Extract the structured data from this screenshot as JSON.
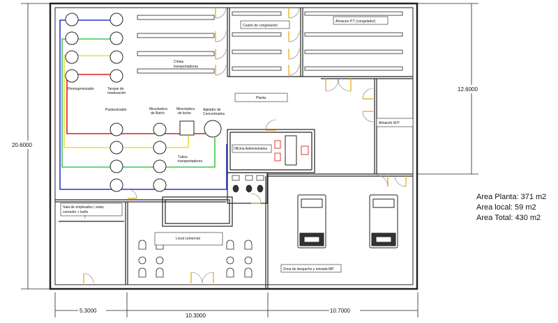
{
  "labels": {
    "cuarto_congelacion": "Cuarto de congelación",
    "almacen_pt": "Almacen P.T (congelador)",
    "cintas": "Cintas",
    "transportadoras": "transportadoras",
    "planta": "Planta",
    "almacen_mp": "Almacén M.P",
    "homogeneizador": "Homogeneizador",
    "tanque_line1": "Tanque de",
    "tanque_line2": "maduración",
    "pasteurizador": "Pasteurizador",
    "mezcladora_batch_1": "Mezcladora",
    "mezcladora_batch_2": "de Batch",
    "mezcladora_leche_1": "Mezcladora",
    "mezcladora_leche_2": "de leche",
    "agitador_1": "Agitador de",
    "agitador_2": "Concentrados",
    "oficina": "Oficina Administrativa",
    "tubos_1": "Tubos",
    "tubos_2": "transportadores",
    "sala_1": "Sala de empleados ( estar,",
    "sala_2": "comedor + baño",
    "sala_3": ")",
    "local": "Local comercial",
    "zona": "Zona de despacho y entrada MP"
  },
  "dimensions": {
    "height_left": "20.6000",
    "height_right": "12.6000",
    "width_1": "5.3000",
    "width_2": "10.3000",
    "width_3": "10.7000"
  },
  "areas": {
    "planta": "Area Planta: 371 m2",
    "local": "Area local:  59 m2",
    "total": "Area Total: 430 m2"
  },
  "colors": {
    "pipe_blue": "#2b36c8",
    "pipe_red": "#d42020",
    "pipe_yellow": "#e8e040",
    "pipe_green": "#3cc84a",
    "door": "#e8a200",
    "chair_red": "#e03030"
  }
}
